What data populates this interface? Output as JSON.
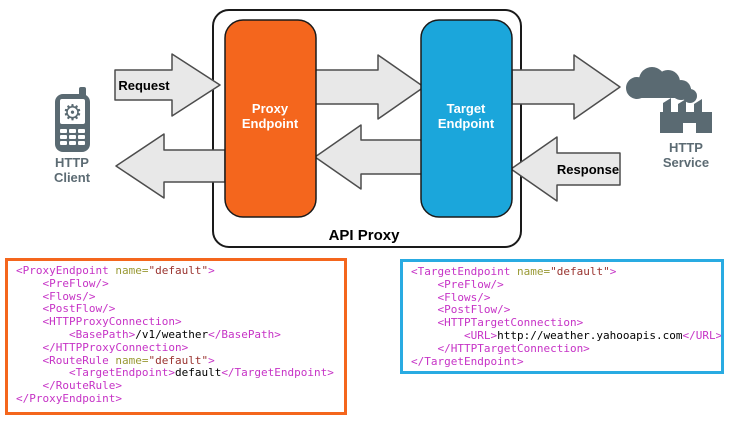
{
  "colors": {
    "proxy_orange": "#F4661D",
    "target_blue": "#1BA6DB",
    "arrow_fill": "#E8E8E8",
    "arrow_stroke": "#4D4D4D",
    "icon_gray": "#5A6A72",
    "label_gray": "#5C6B73",
    "proxy_code_border": "#F4661D",
    "target_code_border": "#29ABE2",
    "syn_tag": "#C633C6",
    "syn_attr": "#999933",
    "syn_val": "#99322E",
    "syn_text": "#000000"
  },
  "diagram": {
    "api_proxy_label": "API Proxy",
    "proxy_endpoint": {
      "line1": "Proxy",
      "line2": "Endpoint"
    },
    "target_endpoint": {
      "line1": "Target",
      "line2": "Endpoint"
    },
    "request_label": "Request",
    "response_label": "Response",
    "http_client": {
      "line1": "HTTP",
      "line2": "Client"
    },
    "http_service": {
      "line1": "HTTP",
      "line2": "Service"
    },
    "gear_glyph": "⚙"
  },
  "code_blocks": [
    {
      "id": "proxy-endpoint-xml",
      "lines": [
        [
          [
            "tag",
            "<ProxyEndpoint "
          ],
          [
            "attr",
            "name="
          ],
          [
            "val",
            "\"default\""
          ],
          [
            "tag",
            ">"
          ]
        ],
        [
          [
            "tag",
            "    <PreFlow/>"
          ]
        ],
        [
          [
            "tag",
            "    <Flows/>"
          ]
        ],
        [
          [
            "tag",
            "    <PostFlow/>"
          ]
        ],
        [
          [
            "tag",
            "    <HTTPProxyConnection>"
          ]
        ],
        [
          [
            "tag",
            "        <BasePath>"
          ],
          [
            "text",
            "/v1/weather"
          ],
          [
            "tag",
            "</BasePath>"
          ]
        ],
        [
          [
            "tag",
            "    </HTTPProxyConnection>"
          ]
        ],
        [
          [
            "tag",
            "    <RouteRule "
          ],
          [
            "attr",
            "name="
          ],
          [
            "val",
            "\"default\""
          ],
          [
            "tag",
            ">"
          ]
        ],
        [
          [
            "tag",
            "        <TargetEndpoint>"
          ],
          [
            "text",
            "default"
          ],
          [
            "tag",
            "</TargetEndpoint>"
          ]
        ],
        [
          [
            "tag",
            "    </RouteRule>"
          ]
        ],
        [
          [
            "tag",
            "</ProxyEndpoint>"
          ]
        ]
      ]
    },
    {
      "id": "target-endpoint-xml",
      "lines": [
        [
          [
            "tag",
            "<TargetEndpoint "
          ],
          [
            "attr",
            "name="
          ],
          [
            "val",
            "\"default\""
          ],
          [
            "tag",
            ">"
          ]
        ],
        [
          [
            "tag",
            "    <PreFlow/>"
          ]
        ],
        [
          [
            "tag",
            "    <Flows/>"
          ]
        ],
        [
          [
            "tag",
            "    <PostFlow/>"
          ]
        ],
        [
          [
            "tag",
            "    <HTTPTargetConnection>"
          ]
        ],
        [
          [
            "tag",
            "        <URL>"
          ],
          [
            "text",
            "http://weather.yahooapis.com"
          ],
          [
            "tag",
            "</URL>"
          ]
        ],
        [
          [
            "tag",
            "    </HTTPTargetConnection>"
          ]
        ],
        [
          [
            "tag",
            "</TargetEndpoint>"
          ]
        ]
      ]
    }
  ]
}
